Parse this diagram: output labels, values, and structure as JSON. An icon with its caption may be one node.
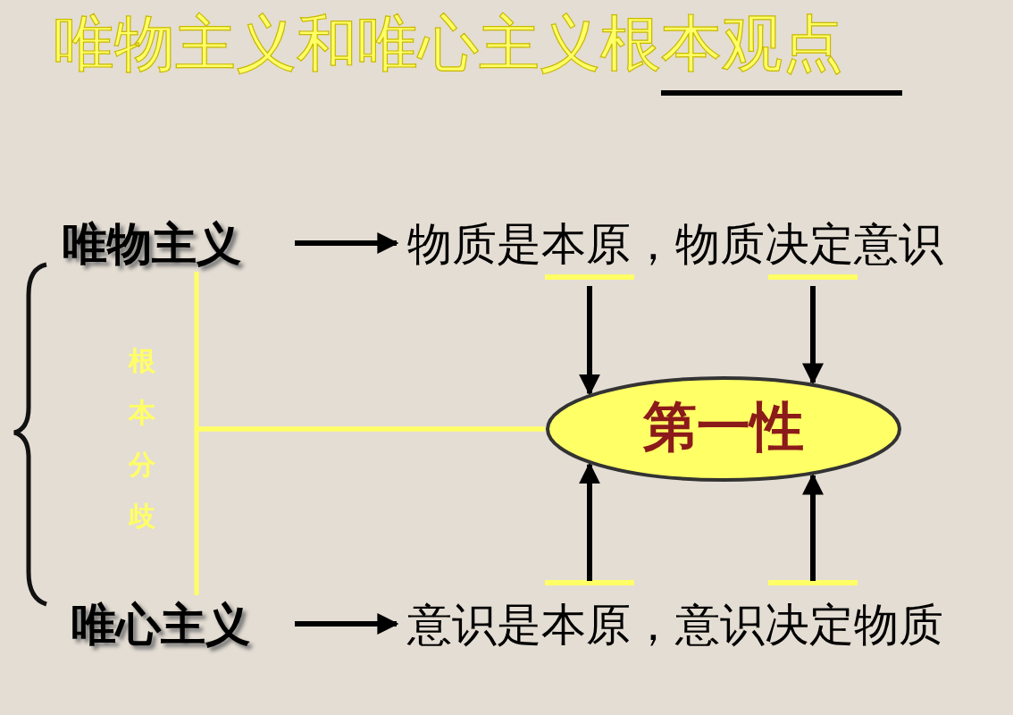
{
  "diagram": {
    "title": "唯物主义和唯心主义根本观点",
    "nodes": [
      {
        "text": [
          "唯物主义"
        ]
      },
      {
        "text": [
          "物质是本原，物质决定意识"
        ]
      },
      {
        "text": [
          "唯心主义"
        ]
      },
      {
        "text": [
          "意识是本原，意识决定物质"
        ]
      },
      {
        "text": [
          "第一性"
        ]
      }
    ],
    "edges": [
      {
        "from": 0,
        "to": 1,
        "arrow": "to"
      },
      {
        "from": 1,
        "to": 4,
        "arrow": "to"
      },
      {
        "from": 1,
        "to": 4,
        "arrow": "to"
      },
      {
        "from": 0,
        "to": 4,
        "arrow": "none",
        "color": "#ffff66"
      },
      {
        "from": 2,
        "to": 4,
        "arrow": "none",
        "color": "#ffff66"
      },
      {
        "from": 3,
        "to": 4,
        "arrow": "to"
      },
      {
        "from": 3,
        "to": 4,
        "arrow": "to"
      },
      {
        "from": 2,
        "to": 3,
        "arrow": "to"
      }
    ],
    "labels": [
      "根本分歧"
    ]
  }
}
